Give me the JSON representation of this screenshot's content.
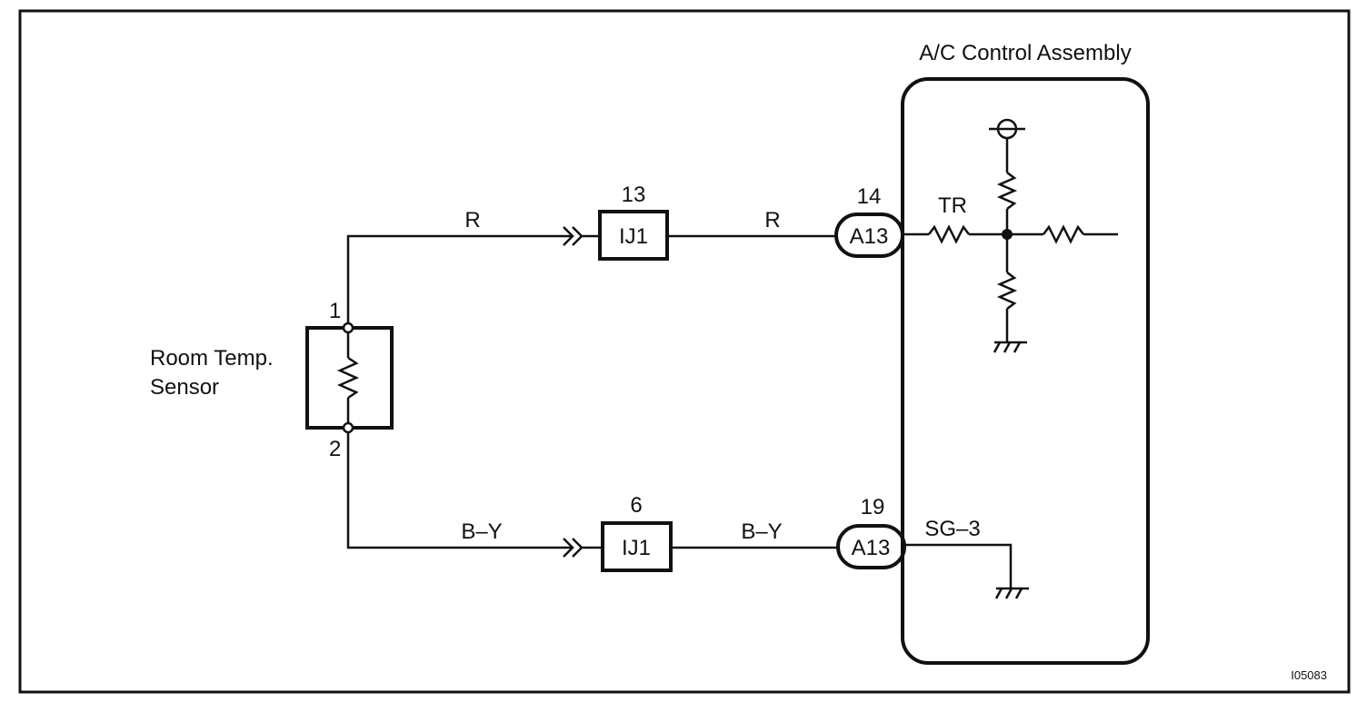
{
  "assembly_title": "A/C Control Assembly",
  "sensor": {
    "label_line1": "Room Temp.",
    "label_line2": "Sensor",
    "pin_top": "1",
    "pin_bottom": "2"
  },
  "circuits": [
    {
      "wire_color": "R",
      "junction_pin": "13",
      "junction_name": "IJ1",
      "wire_color_after": "R",
      "connector_pin": "14",
      "connector_name": "A13",
      "terminal": "TR"
    },
    {
      "wire_color": "B–Y",
      "junction_pin": "6",
      "junction_name": "IJ1",
      "wire_color_after": "B–Y",
      "connector_pin": "19",
      "connector_name": "A13",
      "terminal": "SG–3"
    }
  ],
  "figure_code": "I05083"
}
